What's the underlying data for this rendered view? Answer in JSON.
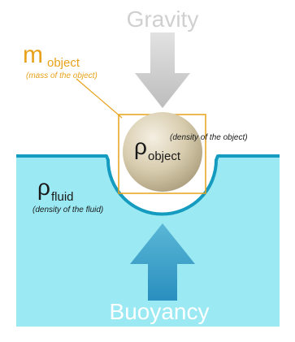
{
  "labels": {
    "gravity": "Gravity",
    "buoyancy": "Buoyancy",
    "mass_symbol": "m",
    "mass_subscript": "object",
    "mass_desc": "(mass of the object)",
    "rho_symbol": "ρ",
    "object_subscript": "object",
    "object_desc": "(density of the object)",
    "fluid_subscript": "fluid",
    "fluid_desc": "(density of the fluid)"
  },
  "colors": {
    "fluid": "#9ae9f3",
    "fluid_edge": "#149bbf",
    "gravity_arrow": "#c8c8c8",
    "buoyancy_arrow": "#3aa3c8",
    "mass_label": "#e8a21a",
    "object_fill": "#d8ccae",
    "text_dark": "#1a1a1a",
    "text_light": "#ffffff"
  }
}
